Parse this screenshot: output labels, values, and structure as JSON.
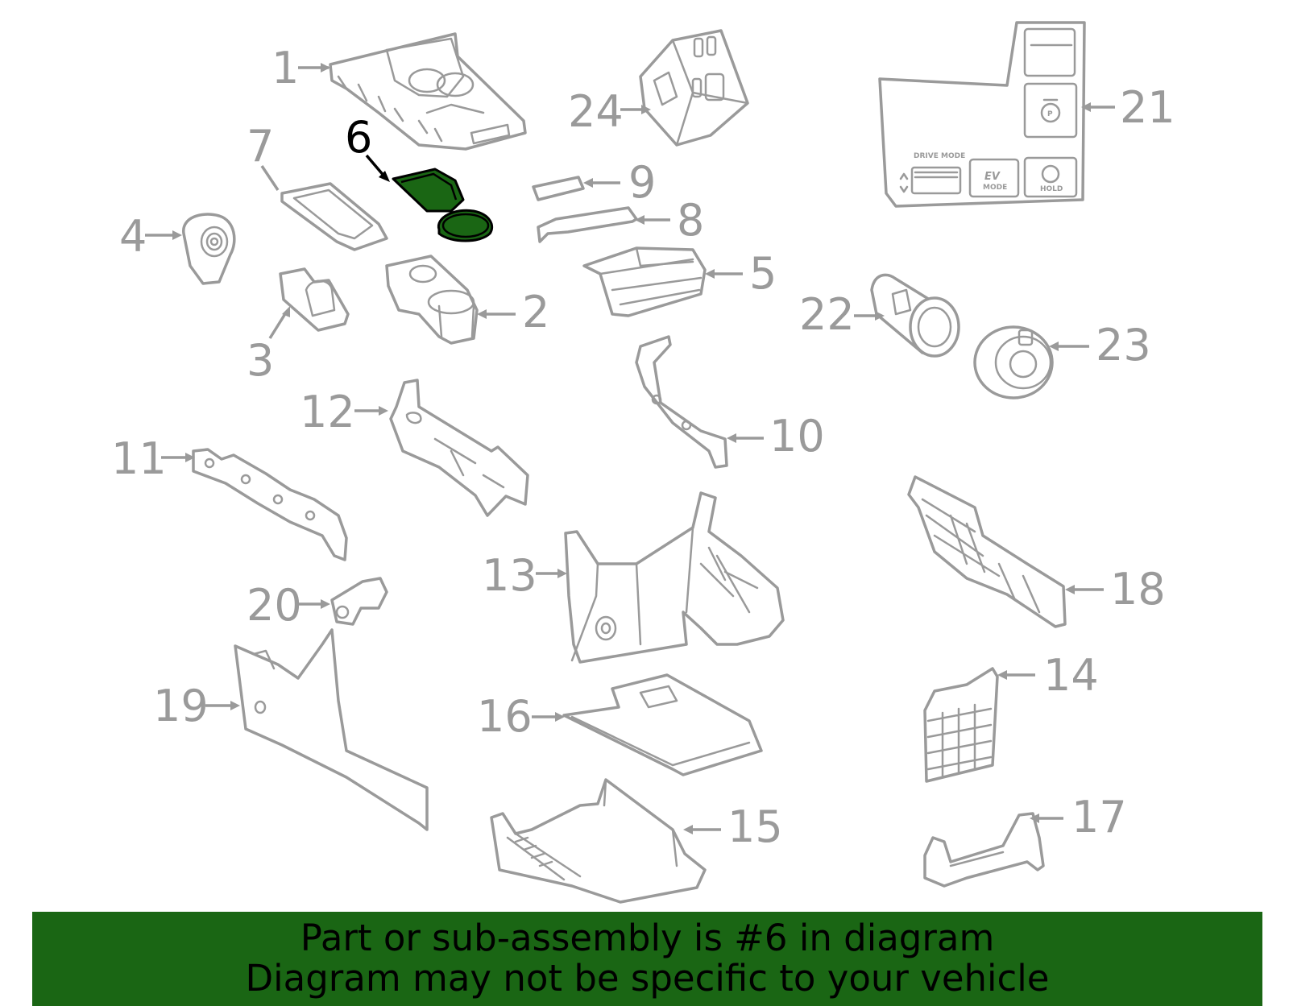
{
  "highlight": {
    "part": "6",
    "color": "#1a6614"
  },
  "colors": {
    "line": "#9a9a9a",
    "highlight_line": "#000000",
    "banner_bg": "#1a6614"
  },
  "callouts": {
    "c1": "1",
    "c2": "2",
    "c3": "3",
    "c4": "4",
    "c5": "5",
    "c6": "6",
    "c7": "7",
    "c8": "8",
    "c9": "9",
    "c10": "10",
    "c11": "11",
    "c12": "12",
    "c13": "13",
    "c14": "14",
    "c15": "15",
    "c16": "16",
    "c17": "17",
    "c18": "18",
    "c19": "19",
    "c20": "20",
    "c21": "21",
    "c22": "22",
    "c23": "23",
    "c24": "24"
  },
  "panel21": {
    "drive_mode": "DRIVE MODE",
    "ev": "EV",
    "mode": "MODE",
    "hold": "HOLD",
    "park": "P"
  },
  "banner": {
    "line1": "Part or sub-assembly is #6 in diagram",
    "line2": "Diagram may not be specific to your vehicle"
  }
}
